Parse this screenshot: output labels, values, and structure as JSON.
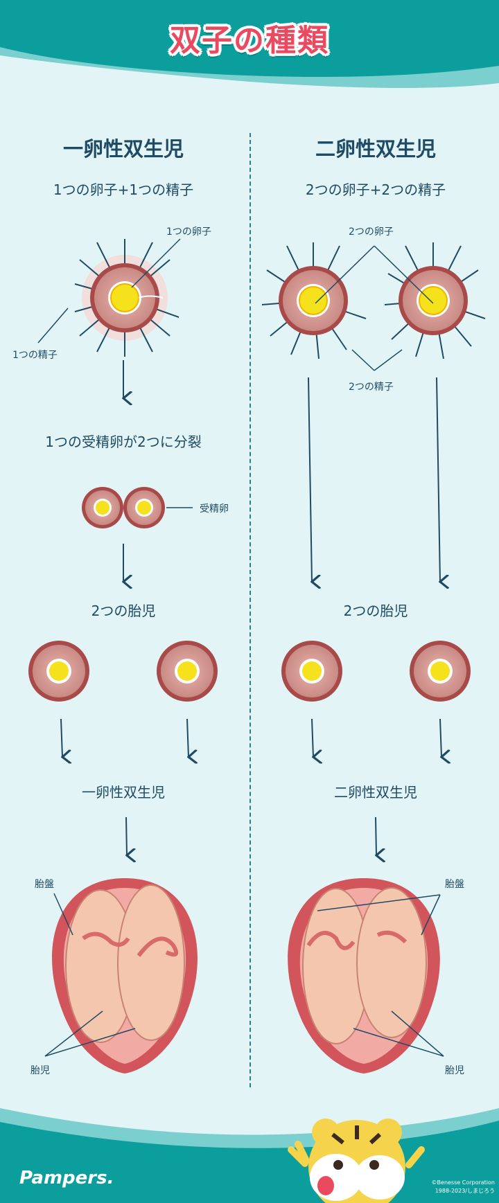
{
  "title": "双子の種類",
  "left": {
    "heading": "一卵性双生児",
    "desc": "1つの卵子+1つの精子",
    "egg_label": "1つの卵子",
    "sperm_label": "1つの精子",
    "division": "1つの受精卵が2つに分裂",
    "fertilized_label": "受精卵",
    "embryos": "2つの胎児",
    "result": "一卵性双生児",
    "placenta_label": "胎盤",
    "fetus_label": "胎児"
  },
  "right": {
    "heading": "二卵性双生児",
    "desc": "2つの卵子+2つの精子",
    "egg_label": "2つの卵子",
    "sperm_label": "2つの精子",
    "embryos": "2つの胎児",
    "result": "二卵性双生児",
    "placenta_label": "胎盤",
    "fetus_label": "胎児"
  },
  "footer": {
    "brand": "Pampers.",
    "copyright_1": "©Benesse Corporation",
    "copyright_2": "1988-2023/しまじろう"
  },
  "colors": {
    "teal": "#0c9e9c",
    "background": "#e2f4f5",
    "text": "#1f4a63",
    "title": "#e94a60",
    "egg": "#a84a4a",
    "yolk": "#f5e21c"
  }
}
